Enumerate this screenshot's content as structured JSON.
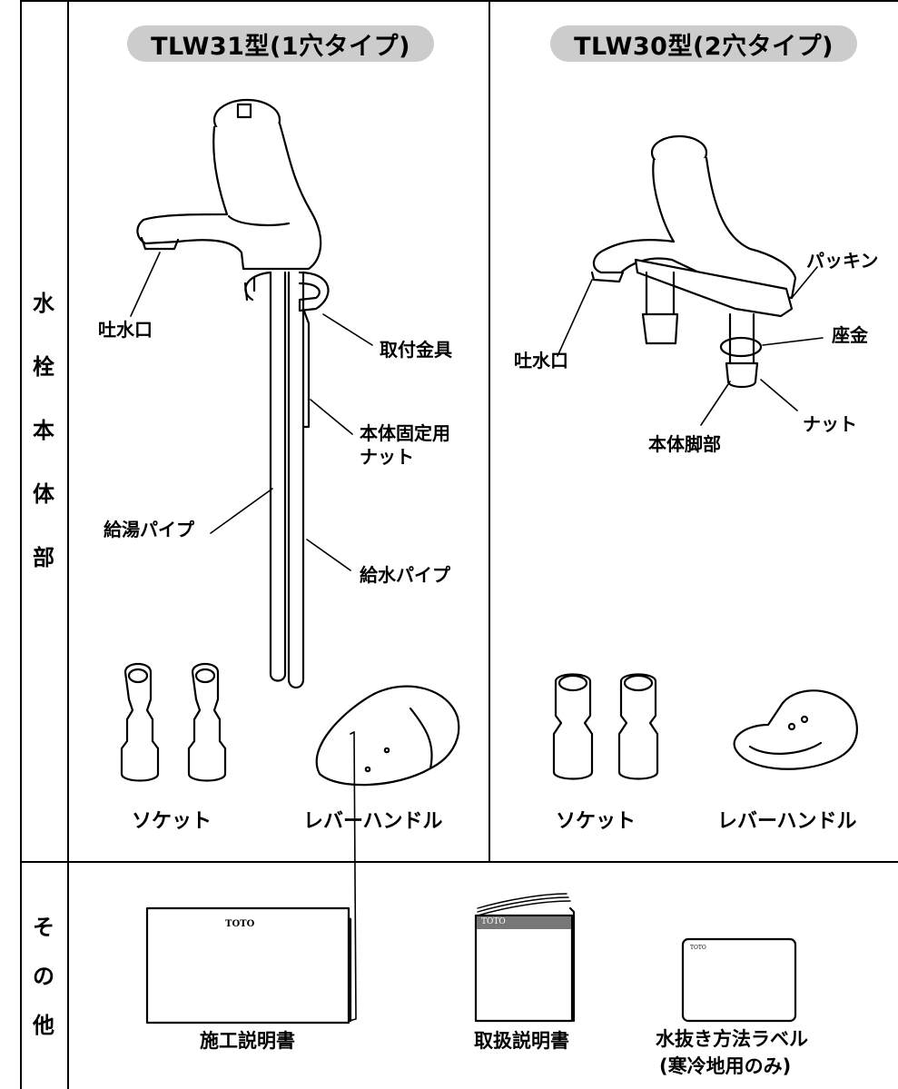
{
  "section_left": {
    "label_chars": [
      "水",
      "栓",
      "本",
      "体",
      "部"
    ]
  },
  "section_other": {
    "label_chars": [
      "そ",
      "の",
      "他"
    ]
  },
  "models": {
    "tlw31": {
      "title": "TLW31型(1穴タイプ)",
      "labels": {
        "spout": "吐水口",
        "bracket": "取付金具",
        "nut_line1": "本体固定用",
        "nut_line2": "ナット",
        "hot_pipe": "給湯パイプ",
        "cold_pipe": "給水パイプ"
      },
      "socket": "ソケット",
      "lever": "レバーハンドル"
    },
    "tlw30": {
      "title": "TLW30型(2穴タイプ)",
      "labels": {
        "spout": "吐水口",
        "packing": "パッキン",
        "washer": "座金",
        "nut": "ナット",
        "leg": "本体脚部"
      },
      "socket": "ソケット",
      "lever": "レバーハンドル"
    }
  },
  "others": {
    "install_manual": {
      "caption": "施工説明書",
      "logo": "TOTO"
    },
    "user_manual": {
      "caption": "取扱説明書",
      "logo": "TOTO"
    },
    "drain_label": {
      "caption_line1": "水抜き方法ラベル",
      "caption_line2": "(寒冷地用のみ)",
      "logo": "TOTO"
    }
  }
}
